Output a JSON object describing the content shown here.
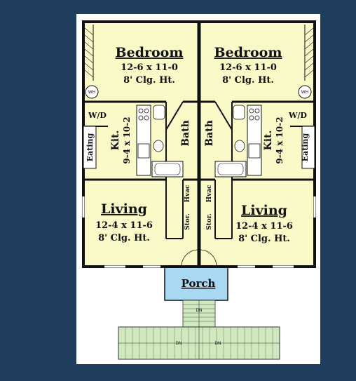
{
  "plan": {
    "unit_left": {
      "bedroom": {
        "name": "Bedroom",
        "size": "12-6 x 11-0",
        "ceiling": "8' Clg. Ht."
      },
      "kitchen": {
        "name": "Kit.",
        "size": "9-4 x 10-2"
      },
      "bath": "Bath",
      "wd": "W/D",
      "wh": "WH",
      "eating": "Eating",
      "hvac": "Hvac",
      "storage": "Stor.",
      "living": {
        "name": "Living",
        "size": "12-4 x 11-6",
        "ceiling": "8' Clg. Ht."
      }
    },
    "unit_right": {
      "bedroom": {
        "name": "Bedroom",
        "size": "12-6 x 11-0",
        "ceiling": "8' Clg. Ht."
      },
      "kitchen": {
        "name": "Kit.",
        "size": "9-4 x 10-2"
      },
      "bath": "Bath",
      "wd": "W/D",
      "wh": "WH",
      "eating": "Eating",
      "hvac": "Hvac",
      "storage": "Stor.",
      "living": {
        "name": "Living",
        "size": "12-4 x 11-6",
        "ceiling": "8' Clg. Ht."
      }
    },
    "porch": "Porch",
    "stair_marks": [
      "DN",
      "DN",
      "DN"
    ],
    "colors": {
      "background": "#1f3e5e",
      "sheet": "#ffffff",
      "floor": "#fafac8",
      "porch": "#a9d8f3",
      "deck": "#cfe8bd",
      "wall": "#111111"
    }
  }
}
